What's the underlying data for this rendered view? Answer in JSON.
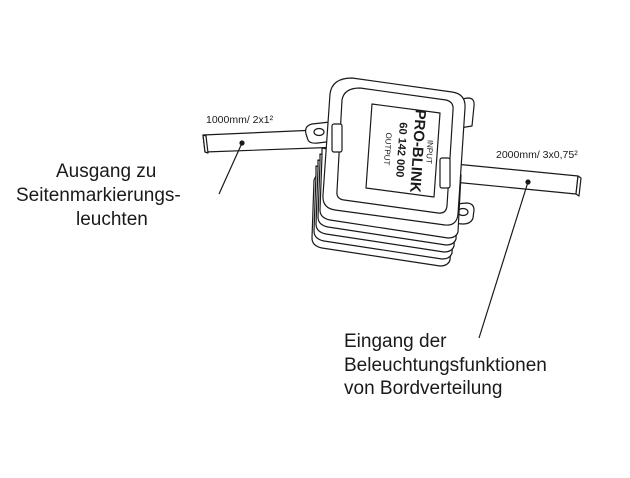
{
  "cables": {
    "left_spec": "1000mm/ 2x1²",
    "right_spec": "2000mm/ 3x0,75²"
  },
  "device_label": {
    "input": "INPUT",
    "name": "PRO-BLINK",
    "part_number": "60 142 000",
    "output": "OUTPUT"
  },
  "callouts": {
    "left": {
      "line1": "Ausgang zu",
      "line2": "Seitenmarkierungs-",
      "line3": "leuchten"
    },
    "right": {
      "line1": "Eingang der",
      "line2": "Beleuchtungsfunktionen",
      "line3": "von Bordverteilung"
    }
  }
}
